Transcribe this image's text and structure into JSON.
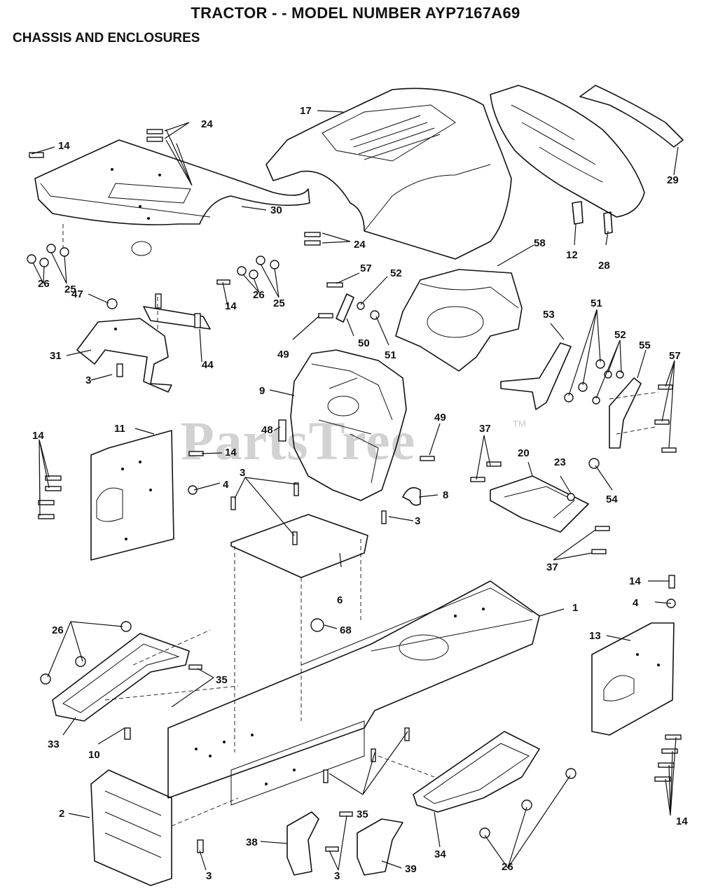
{
  "header": {
    "title": "TRACTOR - - MODEL NUMBER AYP7167A69",
    "subtitle": "CHASSIS AND ENCLOSURES"
  },
  "watermark": {
    "text": "PartsTree",
    "mark": "TM"
  },
  "callouts": {
    "c1": "1",
    "c2": "2",
    "c3a": "3",
    "c3b": "3",
    "c3c": "3",
    "c3d": "3",
    "c3e": "3",
    "c4a": "4",
    "c4b": "4",
    "c6": "6",
    "c8": "8",
    "c9": "9",
    "c10": "10",
    "c11": "11",
    "c12": "12",
    "c13": "13",
    "c14a": "14",
    "c14b": "14",
    "c14c": "14",
    "c14d": "14",
    "c14e": "14",
    "c14f": "14",
    "c17": "17",
    "c20": "20",
    "c23": "23",
    "c24a": "24",
    "c24b": "24",
    "c25a": "25",
    "c25b": "25",
    "c26a": "26",
    "c26b": "26",
    "c26c": "26",
    "c26d": "26",
    "c28": "28",
    "c29": "29",
    "c30": "30",
    "c31": "31",
    "c33": "33",
    "c34": "34",
    "c35a": "35",
    "c35b": "35",
    "c37a": "37",
    "c37b": "37",
    "c38": "38",
    "c39": "39",
    "c44": "44",
    "c47": "47",
    "c48": "48",
    "c49a": "49",
    "c49b": "49",
    "c50": "50",
    "c51a": "51",
    "c51b": "51",
    "c52a": "52",
    "c52b": "52",
    "c53": "53",
    "c54": "54",
    "c55": "55",
    "c57a": "57",
    "c57b": "57",
    "c58": "58",
    "c68": "68"
  }
}
